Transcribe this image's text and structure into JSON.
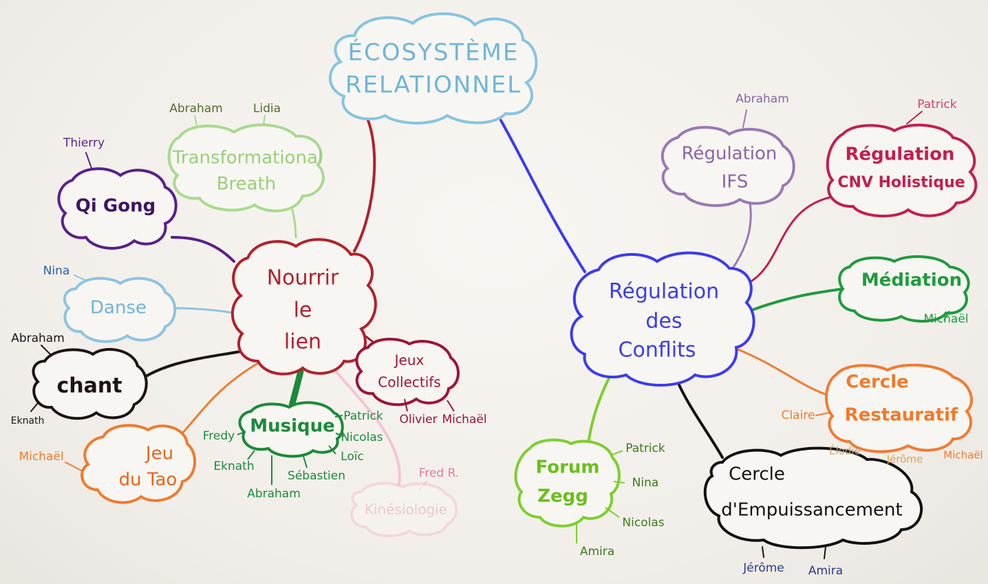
{
  "colors": {
    "title": "#86c4e0",
    "nourrir": "#b3202c",
    "regulation": "#3b3bf0",
    "qigong": "#5a1f8a",
    "breath": "#a9d98f",
    "danse": "#8ec3e2",
    "chant": "#1c1414",
    "jeutao": "#f07a2c",
    "musique": "#1b8a3a",
    "jeux": "#a01238",
    "kine": "#f3c4d4",
    "ifs": "#9a78b4",
    "cnv": "#c41e4e",
    "mediation": "#1f9a3e",
    "restauratif": "#f27a32",
    "zegg": "#7ccf2e",
    "empuissancement": "#111111"
  },
  "nodes": {
    "title": {
      "line1": "ÉCOSYSTÈME",
      "line2": "RELATIONNEL"
    },
    "nourrir": {
      "line1": "Nourrir",
      "line2": "le",
      "line3": "lien"
    },
    "regulation": {
      "line1": "Régulation",
      "line2": "des",
      "line3": "Conflits"
    },
    "qigong": {
      "label": "Qi Gong",
      "people": [
        "Thierry"
      ]
    },
    "breath": {
      "line1": "Transformational",
      "line2": "Breath",
      "people": [
        "Abraham",
        "Lidia"
      ]
    },
    "danse": {
      "label": "Danse",
      "people": [
        "Nina"
      ]
    },
    "chant": {
      "label": "chant",
      "people": [
        "Abraham",
        "Eknath"
      ]
    },
    "jeutao": {
      "line1": "Jeu",
      "line2": "du Tao",
      "people": [
        "Michaël"
      ]
    },
    "musique": {
      "label": "Musique",
      "people": [
        "Patrick",
        "Nicolas",
        "Loïc",
        "Sébastien",
        "Abraham",
        "Eknath",
        "Fredy"
      ]
    },
    "jeux": {
      "line1": "Jeux",
      "line2": "Collectifs",
      "people": [
        "Olivier",
        "Michaël"
      ]
    },
    "kine": {
      "label": "Kinésiologie",
      "people": [
        "Fred R."
      ]
    },
    "ifs": {
      "line1": "Régulation",
      "line2": "IFS",
      "people": [
        "Abraham"
      ]
    },
    "cnv": {
      "line1": "Régulation",
      "line2": "CNV Holistique",
      "people": [
        "Patrick"
      ]
    },
    "mediation": {
      "label": "Médiation",
      "people": [
        "Michaël"
      ]
    },
    "restauratif": {
      "line1": "Cercle",
      "line2": "Restauratif",
      "people": [
        "Claire",
        "Élodie",
        "Jérôme",
        "Michaël"
      ]
    },
    "zegg": {
      "line1": "Forum",
      "line2": "Zegg",
      "people": [
        "Patrick",
        "Nina",
        "Nicolas",
        "Amira"
      ]
    },
    "empuissancement": {
      "line1": "Cercle",
      "line2": "d'Empuissancement",
      "people": [
        "Jérôme",
        "Amira"
      ]
    }
  }
}
